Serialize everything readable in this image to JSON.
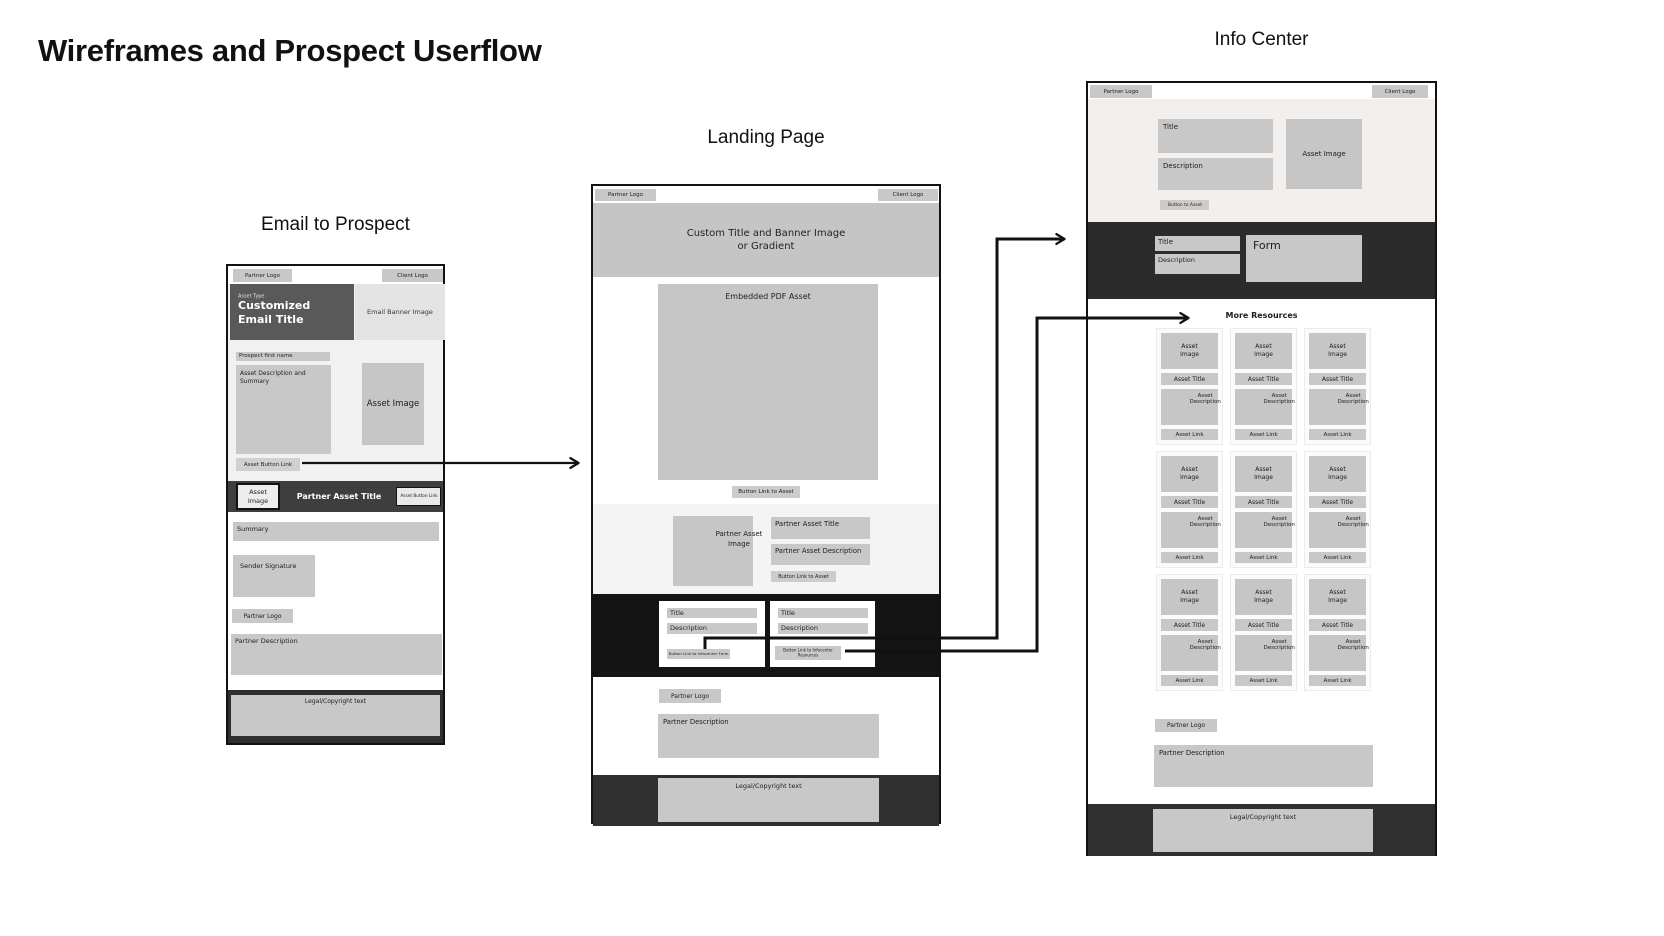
{
  "page": {
    "title": "Wireframes and Prospect Userflow"
  },
  "colors": {
    "email_header_block": "#595959",
    "partner_band": "#3e3e3e",
    "landing_cta_section": "#141414",
    "info_form_band": "#2b2b2b",
    "footer": "#2f2f2f",
    "placeholder_gray": "#c8c8c8",
    "arrow": "#111111"
  },
  "email": {
    "section_title": "Email to Prospect",
    "header": {
      "partner_logo": "Partner Logo",
      "client_logo": "Client Logo"
    },
    "hero": {
      "asset_type": "Asset Type",
      "email_title": "Customized Email Title",
      "banner_image": "Email Banner Image"
    },
    "body": {
      "prospect_first_name": "Prospect first name",
      "asset_description": "Asset Description and Summary",
      "asset_image": "Asset Image",
      "asset_button_link": "Asset Button Link"
    },
    "partner_band": {
      "asset_image": "Asset Image",
      "partner_asset_title": "Partner Asset Title",
      "asset_button_link": "Asset Button Link"
    },
    "bottom": {
      "summary": "Summary",
      "sender_signature": "Sender Signature",
      "partner_logo": "Partner Logo",
      "partner_description": "Partner Description",
      "legal": "Legal/Copyright text"
    }
  },
  "landing": {
    "section_title": "Landing Page",
    "header": {
      "partner_logo": "Partner Logo",
      "client_logo": "Client Logo"
    },
    "banner": "Custom Title and Banner Image or Gradient",
    "pdf": "Embedded PDF Asset",
    "pdf_button": "Button Link to Asset",
    "partner_asset": {
      "image": "Partner Asset Image",
      "title": "Partner Asset Title",
      "description": "Partner Asset Description",
      "button": "Button Link to Asset"
    },
    "cta_cards": [
      {
        "title": "Title",
        "description": "Description",
        "button": "Button Link to Infocenter Form"
      },
      {
        "title": "Title",
        "description": "Description",
        "button": "Button Link to Infocenter Resources"
      }
    ],
    "bottom": {
      "partner_logo": "Partner Logo",
      "partner_description": "Partner Description",
      "legal": "Legal/Copyright text"
    }
  },
  "infocenter": {
    "section_title": "Info Center",
    "header": {
      "partner_logo": "Partner Logo",
      "client_logo": "Client Logo"
    },
    "hero": {
      "title": "Title",
      "description": "Description",
      "asset_image": "Asset Image",
      "button": "Button to Asset"
    },
    "form_band": {
      "title": "Title",
      "description": "Description",
      "form": "Form"
    },
    "resources": {
      "heading": "More Resources",
      "cards": [
        {
          "image": "Asset Image",
          "title": "Asset Title",
          "description": "Asset Description",
          "link": "Asset Link"
        },
        {
          "image": "Asset Image",
          "title": "Asset Title",
          "description": "Asset Description",
          "link": "Asset Link"
        },
        {
          "image": "Asset Image",
          "title": "Asset Title",
          "description": "Asset Description",
          "link": "Asset Link"
        },
        {
          "image": "Asset Image",
          "title": "Asset Title",
          "description": "Asset Description",
          "link": "Asset Link"
        },
        {
          "image": "Asset Image",
          "title": "Asset Title",
          "description": "Asset Description",
          "link": "Asset Link"
        },
        {
          "image": "Asset Image",
          "title": "Asset Title",
          "description": "Asset Description",
          "link": "Asset Link"
        },
        {
          "image": "Asset Image",
          "title": "Asset Title",
          "description": "Asset Description",
          "link": "Asset Link"
        },
        {
          "image": "Asset Image",
          "title": "Asset Title",
          "description": "Asset Description",
          "link": "Asset Link"
        },
        {
          "image": "Asset Image",
          "title": "Asset Title",
          "description": "Asset Description",
          "link": "Asset Link"
        }
      ]
    },
    "bottom": {
      "partner_logo": "Partner Logo",
      "partner_description": "Partner Description",
      "legal": "Legal/Copyright text"
    }
  }
}
